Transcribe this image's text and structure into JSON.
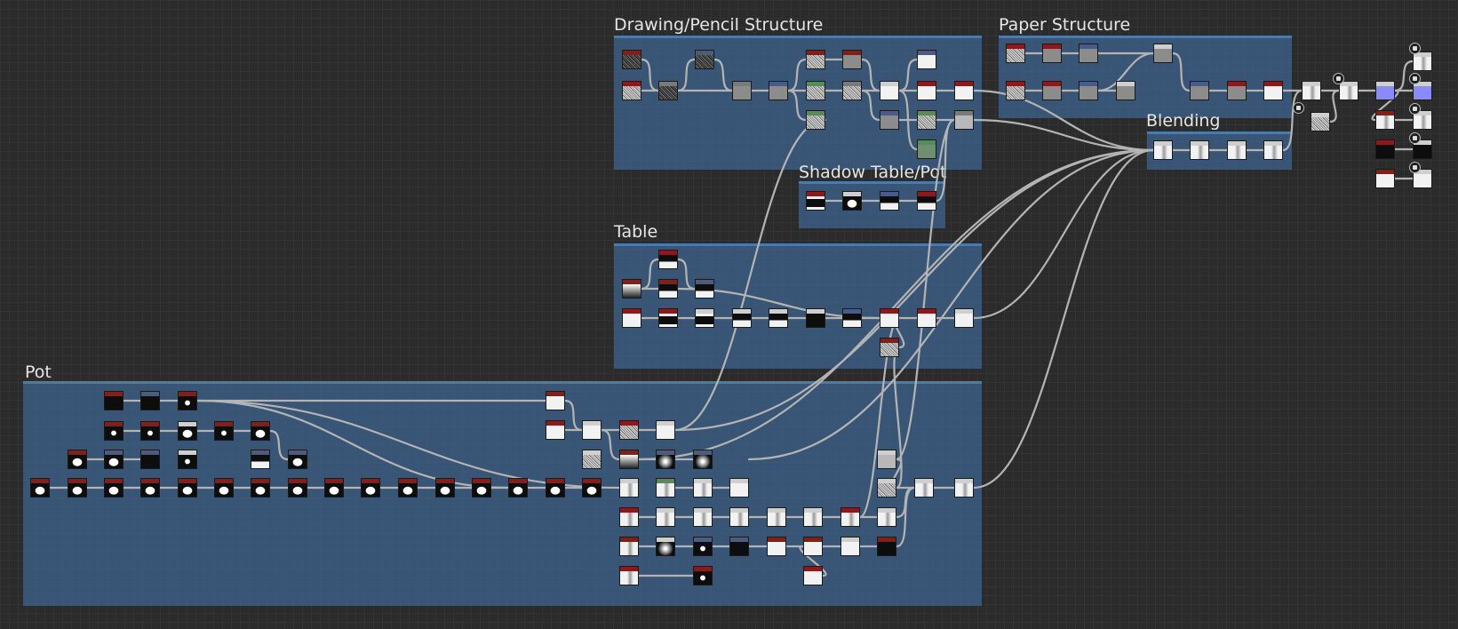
{
  "frames": [
    {
      "id": "drawing",
      "title": "Drawing/Pencil Structure"
    },
    {
      "id": "paper",
      "title": "Paper Structure"
    },
    {
      "id": "blending",
      "title": "Blending"
    },
    {
      "id": "shadow",
      "title": "Shadow Table/Pot"
    },
    {
      "id": "table",
      "title": "Table"
    },
    {
      "id": "pot",
      "title": "Pot"
    }
  ],
  "colors": {
    "canvas_background": "#2b2b2b",
    "frame_fill": "#3c628c",
    "wire": "#b4b4b4",
    "header_red": "#8b1a1a",
    "header_blue": "#4a5b85",
    "header_gray": "#7a7a7a",
    "header_green": "#5a8a5a",
    "output_purple": "#8a8aff"
  },
  "node_thumbnail_types": [
    "noise",
    "gray",
    "white",
    "black",
    "blob",
    "gradient",
    "mixed",
    "purple"
  ],
  "badge_icons": [
    "output-icon",
    "output-icon",
    "output-icon",
    "output-icon",
    "output-icon",
    "mask-icon",
    "document-icon"
  ]
}
